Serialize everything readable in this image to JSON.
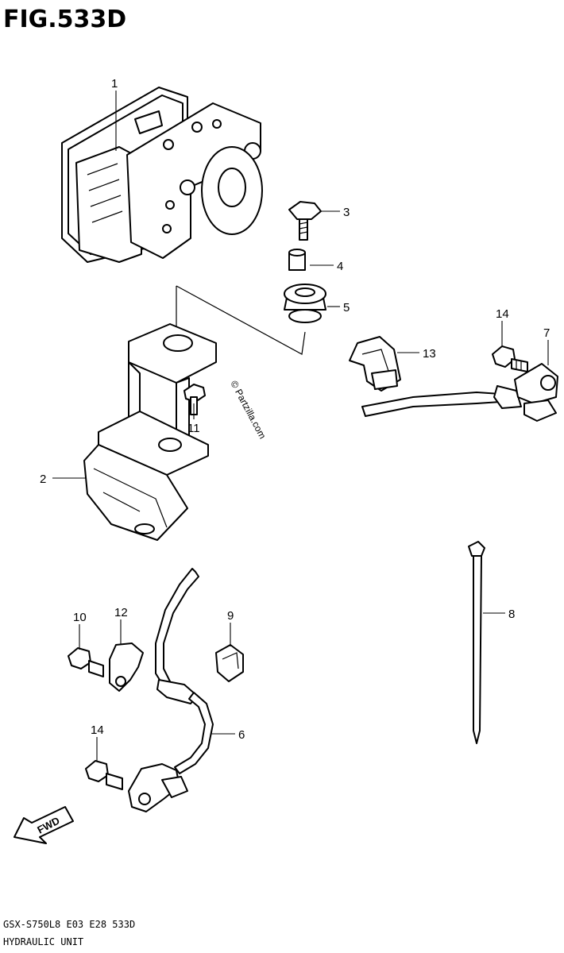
{
  "figure": {
    "title": "FIG.533D",
    "model_code": "GSX-S750L8  E03  E28  533D",
    "subtitle": "HYDRAULIC UNIT",
    "watermark": "© Partzilla.com",
    "direction_label": "FWD"
  },
  "callouts": [
    {
      "id": "1",
      "label": "1",
      "part": "hydraulic-unit"
    },
    {
      "id": "2",
      "label": "2",
      "part": "bracket"
    },
    {
      "id": "3",
      "label": "3",
      "part": "bolt"
    },
    {
      "id": "4",
      "label": "4",
      "part": "spacer"
    },
    {
      "id": "5",
      "label": "5",
      "part": "cushion"
    },
    {
      "id": "6",
      "label": "6",
      "part": "front-wheel-speed-sensor"
    },
    {
      "id": "7",
      "label": "7",
      "part": "rear-wheel-speed-sensor"
    },
    {
      "id": "8",
      "label": "8",
      "part": "cable-tie"
    },
    {
      "id": "9",
      "label": "9",
      "part": "clamp"
    },
    {
      "id": "10",
      "label": "10",
      "part": "bolt"
    },
    {
      "id": "11",
      "label": "11",
      "part": "bolt"
    },
    {
      "id": "12",
      "label": "12",
      "part": "clamp"
    },
    {
      "id": "13",
      "label": "13",
      "part": "clamp"
    },
    {
      "id": "14a",
      "label": "14",
      "part": "bolt"
    },
    {
      "id": "14b",
      "label": "14",
      "part": "bolt"
    }
  ]
}
